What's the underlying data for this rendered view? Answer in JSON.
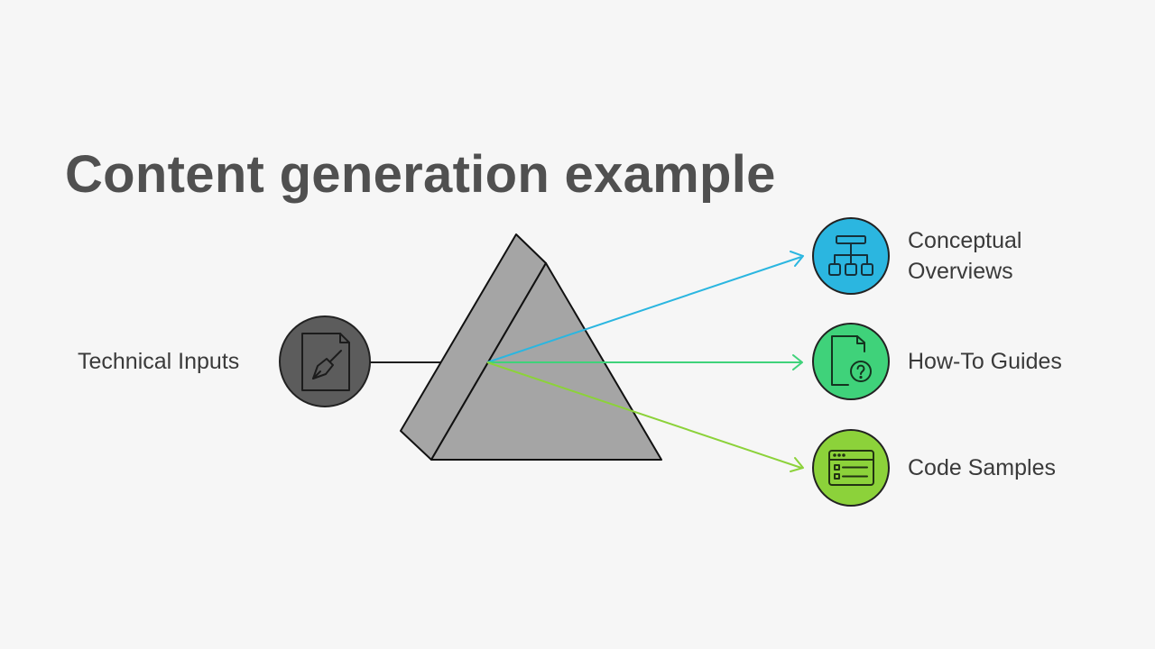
{
  "title": "Content generation example",
  "input": {
    "label": "Technical Inputs",
    "icon": "document-pen-icon",
    "color": "#5c5c5c"
  },
  "outputs": [
    {
      "label": "Conceptual Overviews",
      "icon": "hierarchy-icon",
      "color": "#2bb6e0"
    },
    {
      "label": "How-To Guides",
      "icon": "question-document-icon",
      "color": "#3fd27a"
    },
    {
      "label": "Code Samples",
      "icon": "code-window-icon",
      "color": "#8cd23a"
    }
  ],
  "prism_color": "#a5a5a5"
}
